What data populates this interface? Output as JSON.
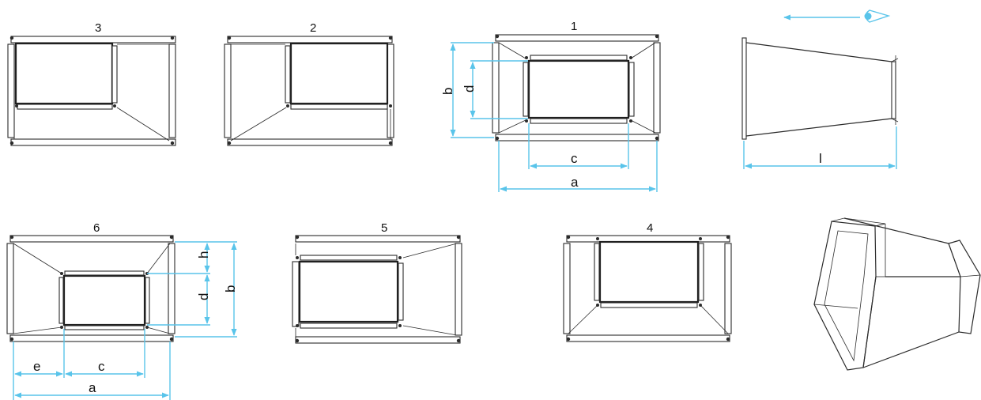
{
  "colors": {
    "dimension": "#59c4ea",
    "line": "#2b2b2b",
    "background": "#ffffff"
  },
  "views": [
    {
      "id": "3",
      "label": "3"
    },
    {
      "id": "2",
      "label": "2"
    },
    {
      "id": "1",
      "label": "1"
    },
    {
      "id": "6",
      "label": "6"
    },
    {
      "id": "5",
      "label": "5"
    },
    {
      "id": "4",
      "label": "4"
    }
  ],
  "dimensions": {
    "v1": {
      "a": "a",
      "b": "b",
      "c": "c",
      "d": "d"
    },
    "side": {
      "l": "l"
    },
    "v6": {
      "a": "a",
      "b": "b",
      "c": "c",
      "d": "d",
      "e": "e",
      "h": "h"
    }
  },
  "icons": {
    "viewing_direction": "eye-icon"
  }
}
